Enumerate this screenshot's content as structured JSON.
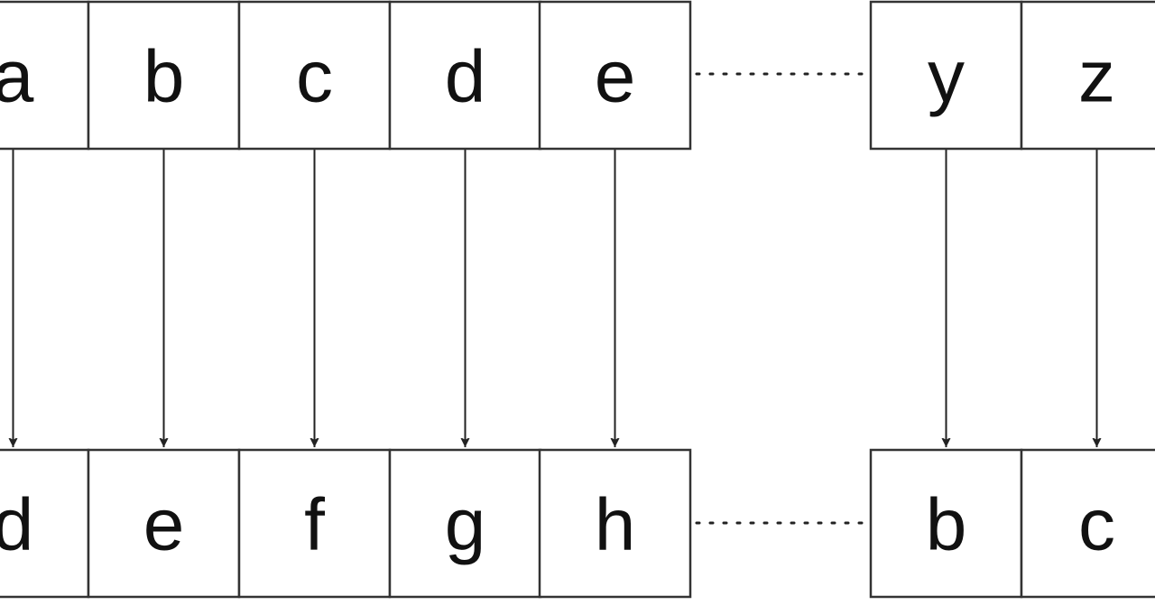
{
  "diagram": {
    "title": "Caesar cipher shift mapping",
    "plaintext_row": {
      "left_cells": [
        "a",
        "b",
        "c",
        "d",
        "e"
      ],
      "right_cells": [
        "y",
        "z"
      ]
    },
    "ciphertext_row": {
      "left_cells": [
        "d",
        "e",
        "f",
        "g",
        "h"
      ],
      "right_cells": [
        "b",
        "c"
      ]
    },
    "colors": {
      "stroke": "#333333",
      "text": "#111111",
      "background": "#ffffff"
    }
  }
}
